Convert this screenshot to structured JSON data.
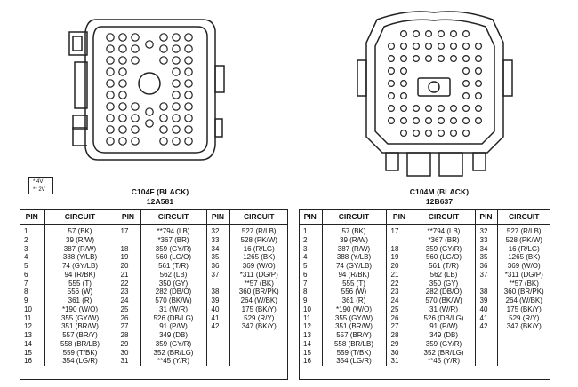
{
  "legend": {
    "line1": "* 4V",
    "line2": "** 2V"
  },
  "left_connector": {
    "name": "C104F (BLACK)",
    "code": "12A581"
  },
  "right_connector": {
    "name": "C104M (BLACK)",
    "code": "12B637"
  },
  "headers": {
    "pin": "PIN",
    "circuit": "CIRCUIT"
  },
  "columns": [
    {
      "pins": [
        "1",
        "2",
        "3",
        "4",
        "5",
        "6",
        "7",
        "8",
        "9",
        "10",
        "11",
        "12",
        "13",
        "14",
        "15",
        "16"
      ],
      "circuits": [
        "57 (BK)",
        "39 (R/W)",
        "387 (R/W)",
        "388 (Y/LB)",
        "74 (GY/LB)",
        "94 (R/BK)",
        "555 (T)",
        "556 (W)",
        "361 (R)",
        "*190 (W/O)",
        "355 (GY/W)",
        "351 (BR/W)",
        "557 (BR/Y)",
        "558 (BR/LB)",
        "559 (T/BK)",
        "354 (LG/R)"
      ]
    },
    {
      "pins": [
        "17",
        "",
        "18",
        "19",
        "20",
        "21",
        "22",
        "23",
        "24",
        "25",
        "26",
        "27",
        "28",
        "29",
        "30",
        "31"
      ],
      "circuits": [
        "**794 (LB)",
        "*367 (BR)",
        "359 (GY/R)",
        "560 (LG/O)",
        "561 (T/R)",
        "562 (LB)",
        "350 (GY)",
        "282 (DB/O)",
        "570 (BK/W)",
        "31 (W/R)",
        "526 (DB/LG)",
        "91 (P/W)",
        "349 (DB)",
        "359 (GY/R)",
        "352 (BR/LG)",
        "**45 (Y/R)"
      ]
    },
    {
      "pins": [
        "32",
        "33",
        "34",
        "35",
        "36",
        "37",
        "",
        "38",
        "39",
        "40",
        "41",
        "42"
      ],
      "circuits": [
        "527 (R/LB)",
        "528 (PK/W)",
        "16 (R/LG)",
        "1265 (BK)",
        "369 (W/O)",
        "*311 (DG/P)",
        "**57 (BK)",
        "360 (BR/PK)",
        "264 (W/BK)",
        "175 (BK/Y)",
        "529 (R/Y)",
        "347 (BK/Y)"
      ]
    }
  ]
}
